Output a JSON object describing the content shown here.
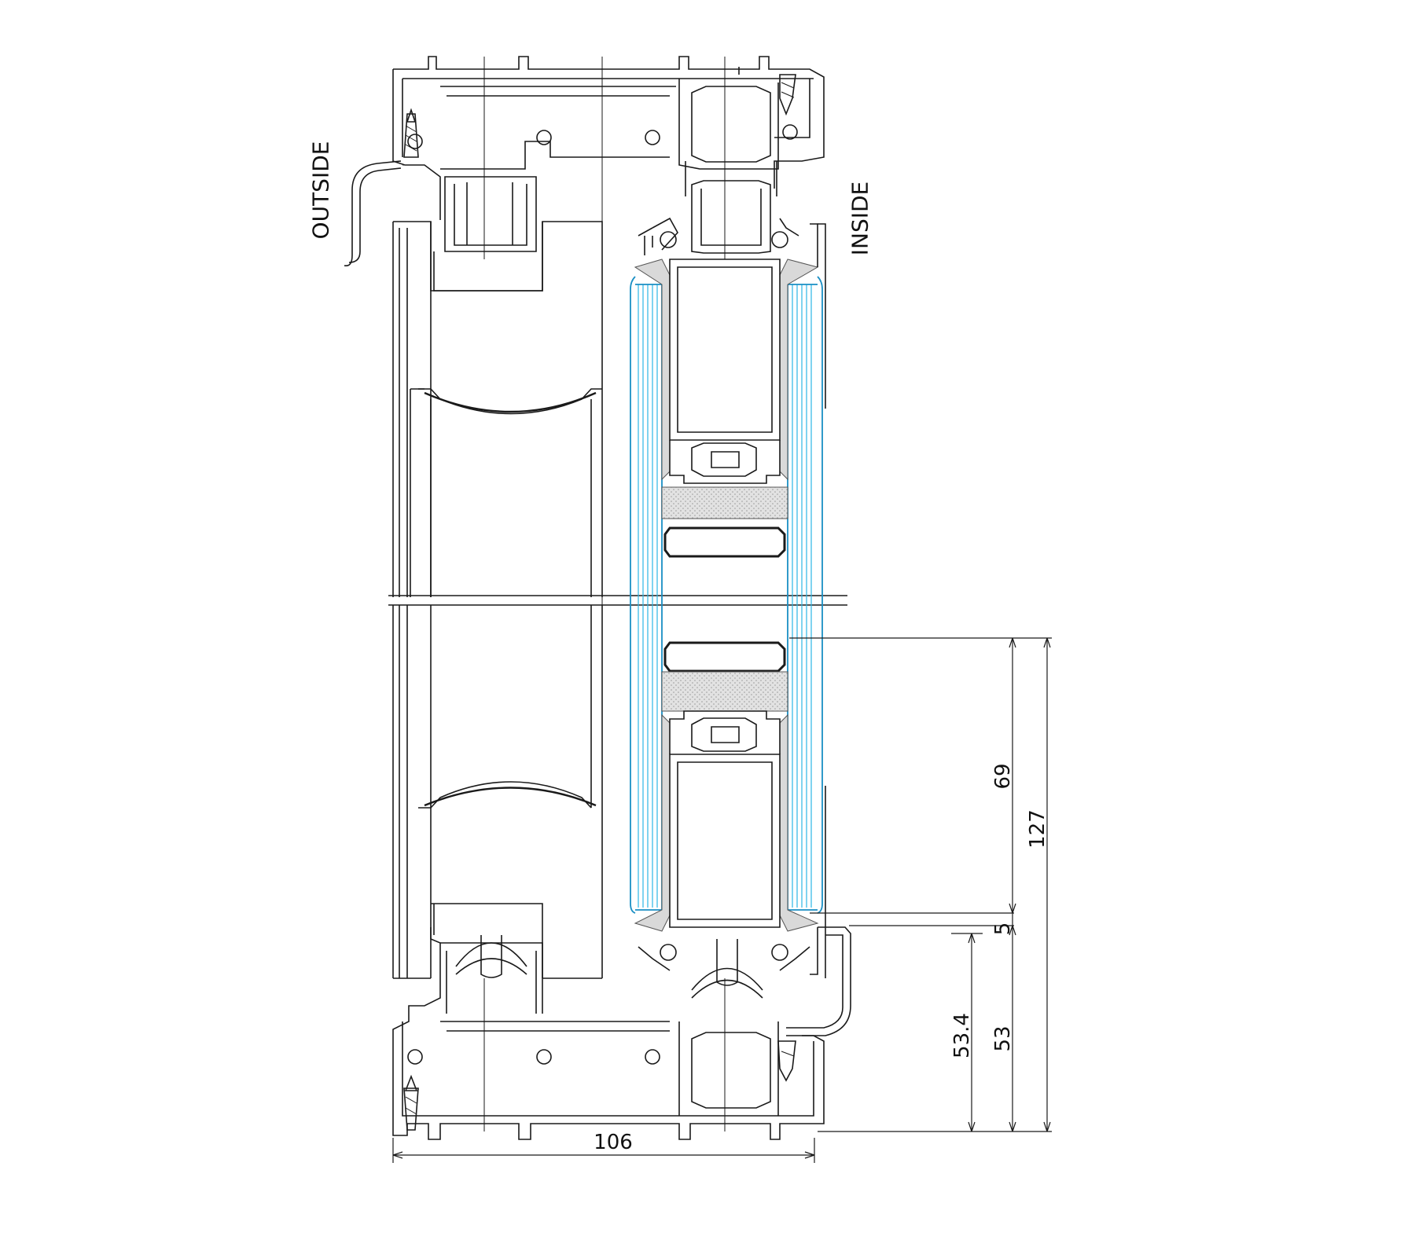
{
  "labels": {
    "outside": "OUTSIDE",
    "inside": "INSIDE"
  },
  "dimensions": {
    "width": "106",
    "d69": "69",
    "d127": "127",
    "d5": "5",
    "d53_4": "53.4",
    "d53": "53"
  },
  "colors": {
    "glass": "#2bb6e6",
    "line": "#1a1a1a",
    "gasket": "#d9d9d9"
  }
}
